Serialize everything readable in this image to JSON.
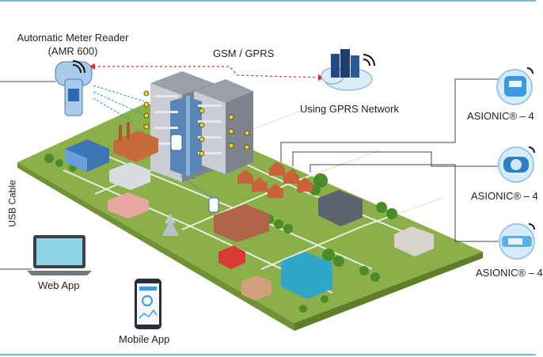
{
  "labels": {
    "amr_title": "Automatic Meter Reader",
    "amr_model": "(AMR 600)",
    "gsm": "GSM / GPRS",
    "gprs_network": "Using GPRS Network",
    "usb_cable": "USB Cable",
    "web_app": "Web App",
    "mobile_app": "Mobile App",
    "meter1": "ASIONIC® – 4",
    "meter2": "ASIONIC® – 4",
    "meter3": "ASIONIC® – 4"
  },
  "colors": {
    "ground": "#8bb04a",
    "ground_dark": "#6f9334",
    "road": "#e9efe0",
    "frame": "#7fb3d8",
    "arrow_red": "#d9372b",
    "signal_blue": "#2a8fd8"
  }
}
